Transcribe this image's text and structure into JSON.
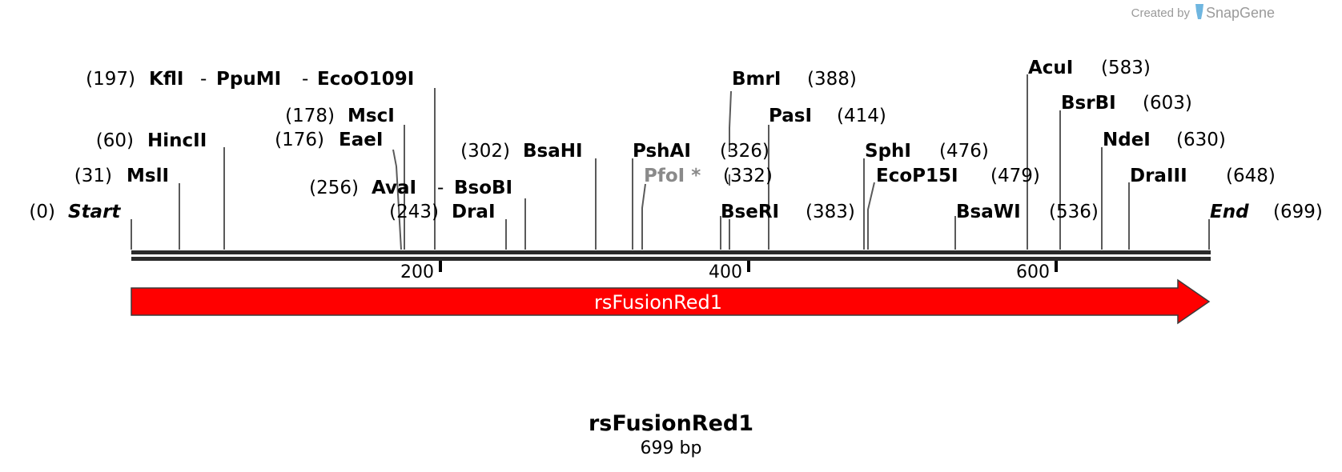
{
  "credit": {
    "created_by": "Created by",
    "brand": "SnapGene"
  },
  "sequence": {
    "name": "rsFusionRed1",
    "length_label": "699 bp",
    "length": 699
  },
  "feature": {
    "name": "rsFusionRed1",
    "color": "#ff0000",
    "direction": "forward"
  },
  "ruler": {
    "ticks": [
      {
        "pos": 200,
        "label": "200"
      },
      {
        "pos": 400,
        "label": "400"
      },
      {
        "pos": 600,
        "label": "600"
      }
    ]
  },
  "ends": {
    "start": {
      "num": "(0)",
      "label": "Start"
    },
    "end": {
      "label": "End",
      "num": "(699)"
    }
  },
  "sites": [
    {
      "id": "msli",
      "num": "(31)",
      "name": "MslI"
    },
    {
      "id": "hincii",
      "num": "(60)",
      "name": "HincII"
    },
    {
      "id": "kfli",
      "num": "(197)",
      "name": "KflI",
      "sep": "-"
    },
    {
      "id": "ppumi",
      "name": "PpuMI",
      "sep": "-"
    },
    {
      "id": "ecoo109i",
      "name": "EcoO109I"
    },
    {
      "id": "msci",
      "num": "(178)",
      "name": "MscI"
    },
    {
      "id": "eaei",
      "num": "(176)",
      "name": "EaeI"
    },
    {
      "id": "avai",
      "num": "(256)",
      "name": "AvaI",
      "sep": "-"
    },
    {
      "id": "bsobi",
      "name": "BsoBI"
    },
    {
      "id": "drai",
      "num": "(243)",
      "name": "DraI"
    },
    {
      "id": "bsahi",
      "num": "(302)",
      "name": "BsaHI"
    },
    {
      "id": "pshai",
      "name": "PshAI",
      "num": "(326)"
    },
    {
      "id": "pfoi",
      "name": "PfoI *",
      "num": "(332)"
    },
    {
      "id": "bmri",
      "name": "BmrI",
      "num": "(388)"
    },
    {
      "id": "pasi",
      "name": "PasI",
      "num": "(414)"
    },
    {
      "id": "bseri",
      "name": "BseRI",
      "num": "(383)"
    },
    {
      "id": "sphi",
      "name": "SphI",
      "num": "(476)"
    },
    {
      "id": "ecop15i",
      "name": "EcoP15I",
      "num": "(479)"
    },
    {
      "id": "bsawi",
      "name": "BsaWI",
      "num": "(536)"
    },
    {
      "id": "acui",
      "name": "AcuI",
      "num": "(583)"
    },
    {
      "id": "bsrbi",
      "name": "BsrBI",
      "num": "(603)"
    },
    {
      "id": "ndei",
      "name": "NdeI",
      "num": "(630)"
    },
    {
      "id": "draiii",
      "name": "DraIII",
      "num": "(648)"
    }
  ]
}
